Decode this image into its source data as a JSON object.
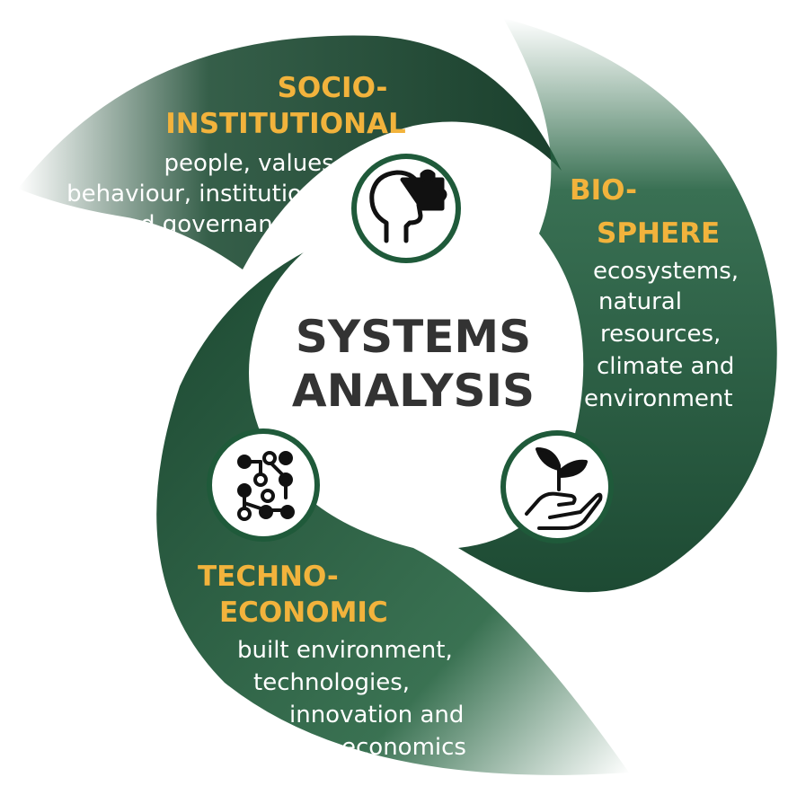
{
  "center": {
    "line1": "SYSTEMS",
    "line2": "ANALYSIS"
  },
  "sections": {
    "socio": {
      "title1": "SOCIO-",
      "title2": "INSTITUTIONAL",
      "desc1": "people, values,",
      "desc2": "behaviour, institutions",
      "desc3": "and governance",
      "icon": "head-puzzle-icon"
    },
    "bio": {
      "title1": "BIO-",
      "title2": "SPHERE",
      "desc1": "ecosystems,",
      "desc2": "natural",
      "desc3": "resources,",
      "desc4": "climate and",
      "desc5": "environment",
      "icon": "hand-seedling-icon"
    },
    "techno": {
      "title1": "TECHNO-",
      "title2": "ECONOMIC",
      "desc1": "built environment,",
      "desc2": "technologies,",
      "desc3": "innovation and",
      "desc4": "economics",
      "icon": "circuit-network-icon"
    }
  },
  "colors": {
    "dark_green": "#1d4a33",
    "mid_green": "#2a6a45",
    "title_gold": "#f2b33c",
    "text_white": "#ffffff",
    "center_text": "#333333",
    "icon_ring": "#1f5a3a"
  }
}
